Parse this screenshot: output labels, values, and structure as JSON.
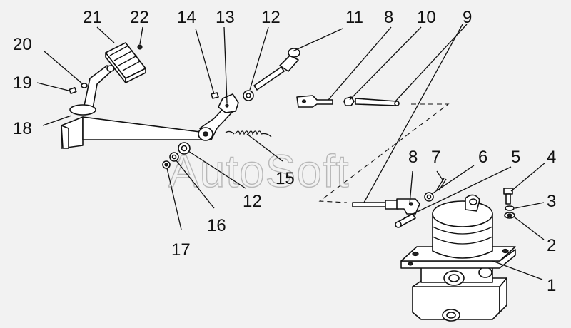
{
  "watermark": "AutoSoft",
  "callouts": [
    "1",
    "2",
    "3",
    "4",
    "5",
    "6",
    "7",
    "8",
    "8",
    "9",
    "10",
    "11",
    "12",
    "12",
    "13",
    "14",
    "15",
    "16",
    "17",
    "18",
    "19",
    "20",
    "21",
    "22"
  ]
}
